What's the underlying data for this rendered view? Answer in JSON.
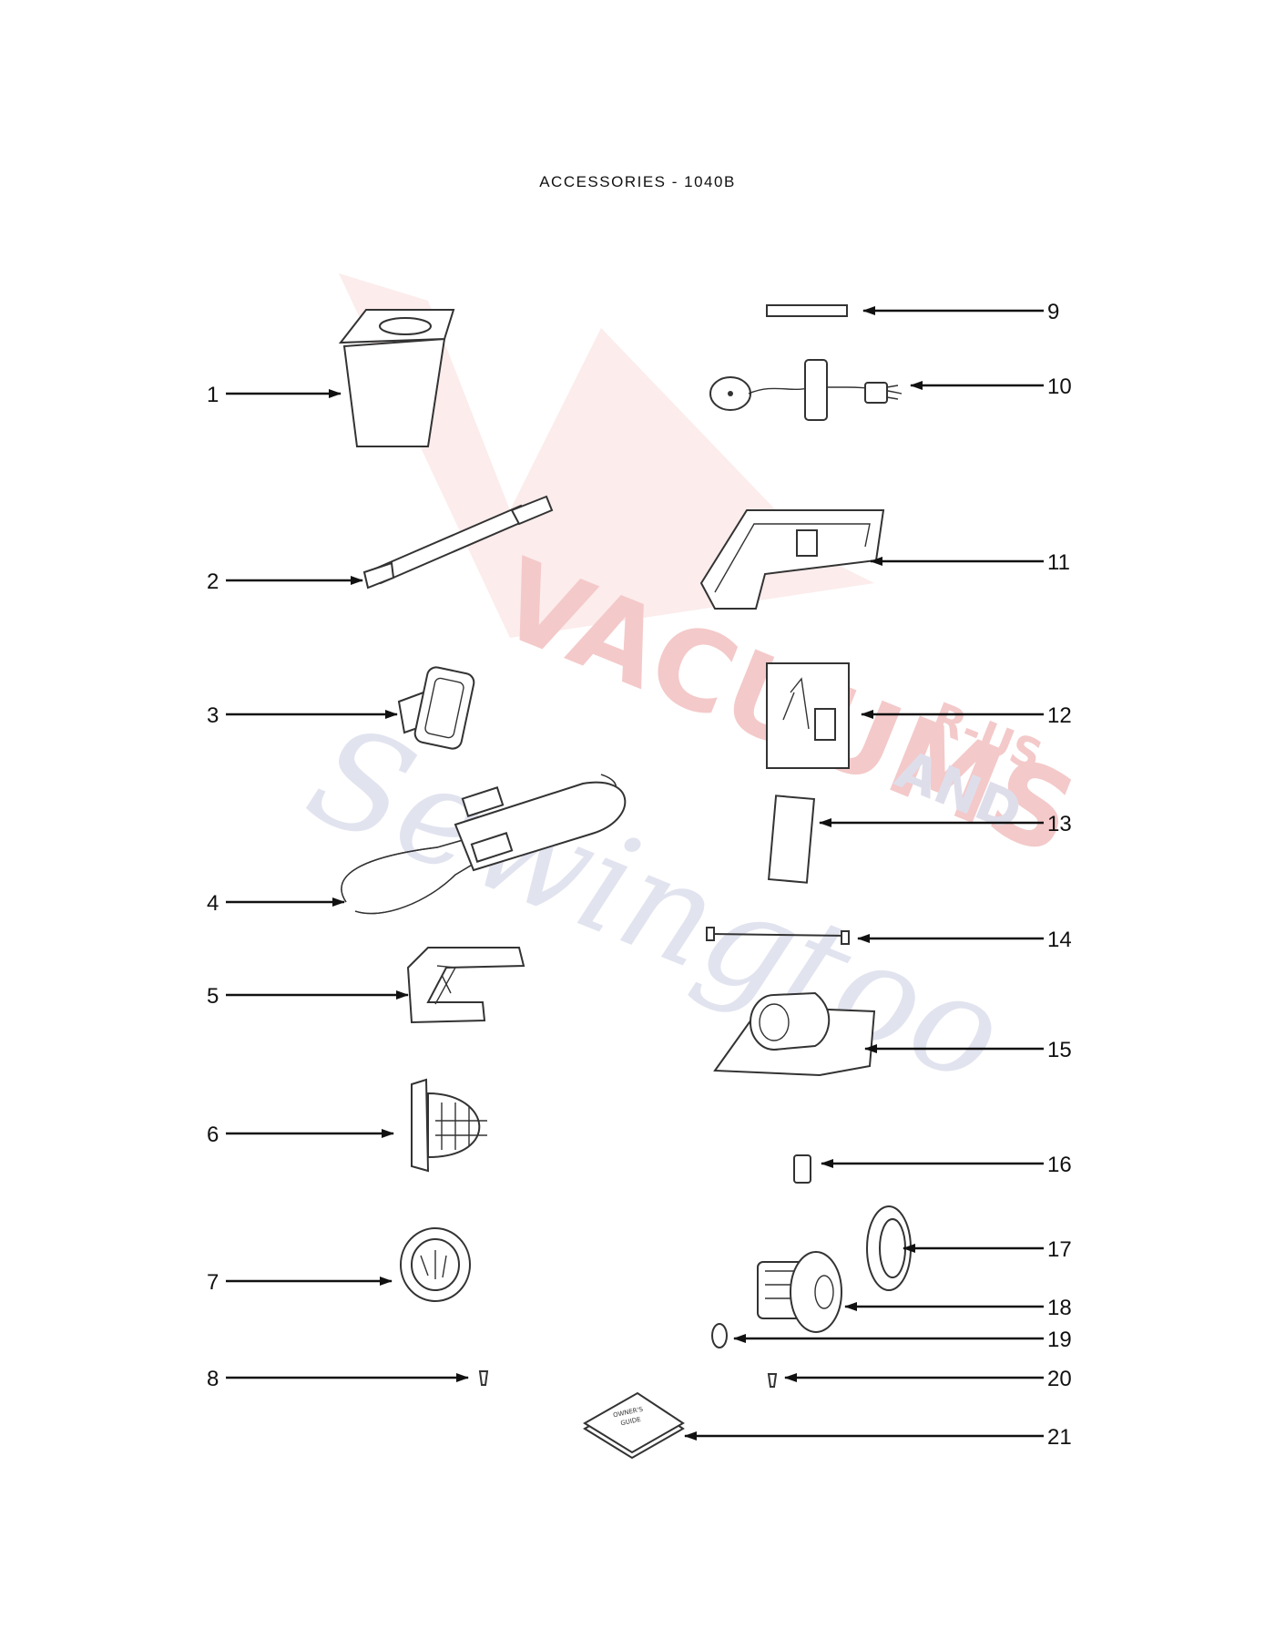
{
  "diagram": {
    "title": "ACCESSORIES  -  1040B",
    "callouts": [
      "1",
      "2",
      "3",
      "4",
      "5",
      "6",
      "7",
      "8",
      "9",
      "10",
      "11",
      "12",
      "13",
      "14",
      "15",
      "16",
      "17",
      "18",
      "19",
      "20",
      "21"
    ],
    "book_label_line1": "OWNER'S",
    "book_label_line2": "GUIDE"
  },
  "watermark": {
    "word1": "VACUUMS",
    "word2": "Sewingtoo",
    "word3": "R-US",
    "word4": "AND",
    "colors": {
      "red": "#f2b8b8",
      "blue": "#c9cde4"
    }
  }
}
